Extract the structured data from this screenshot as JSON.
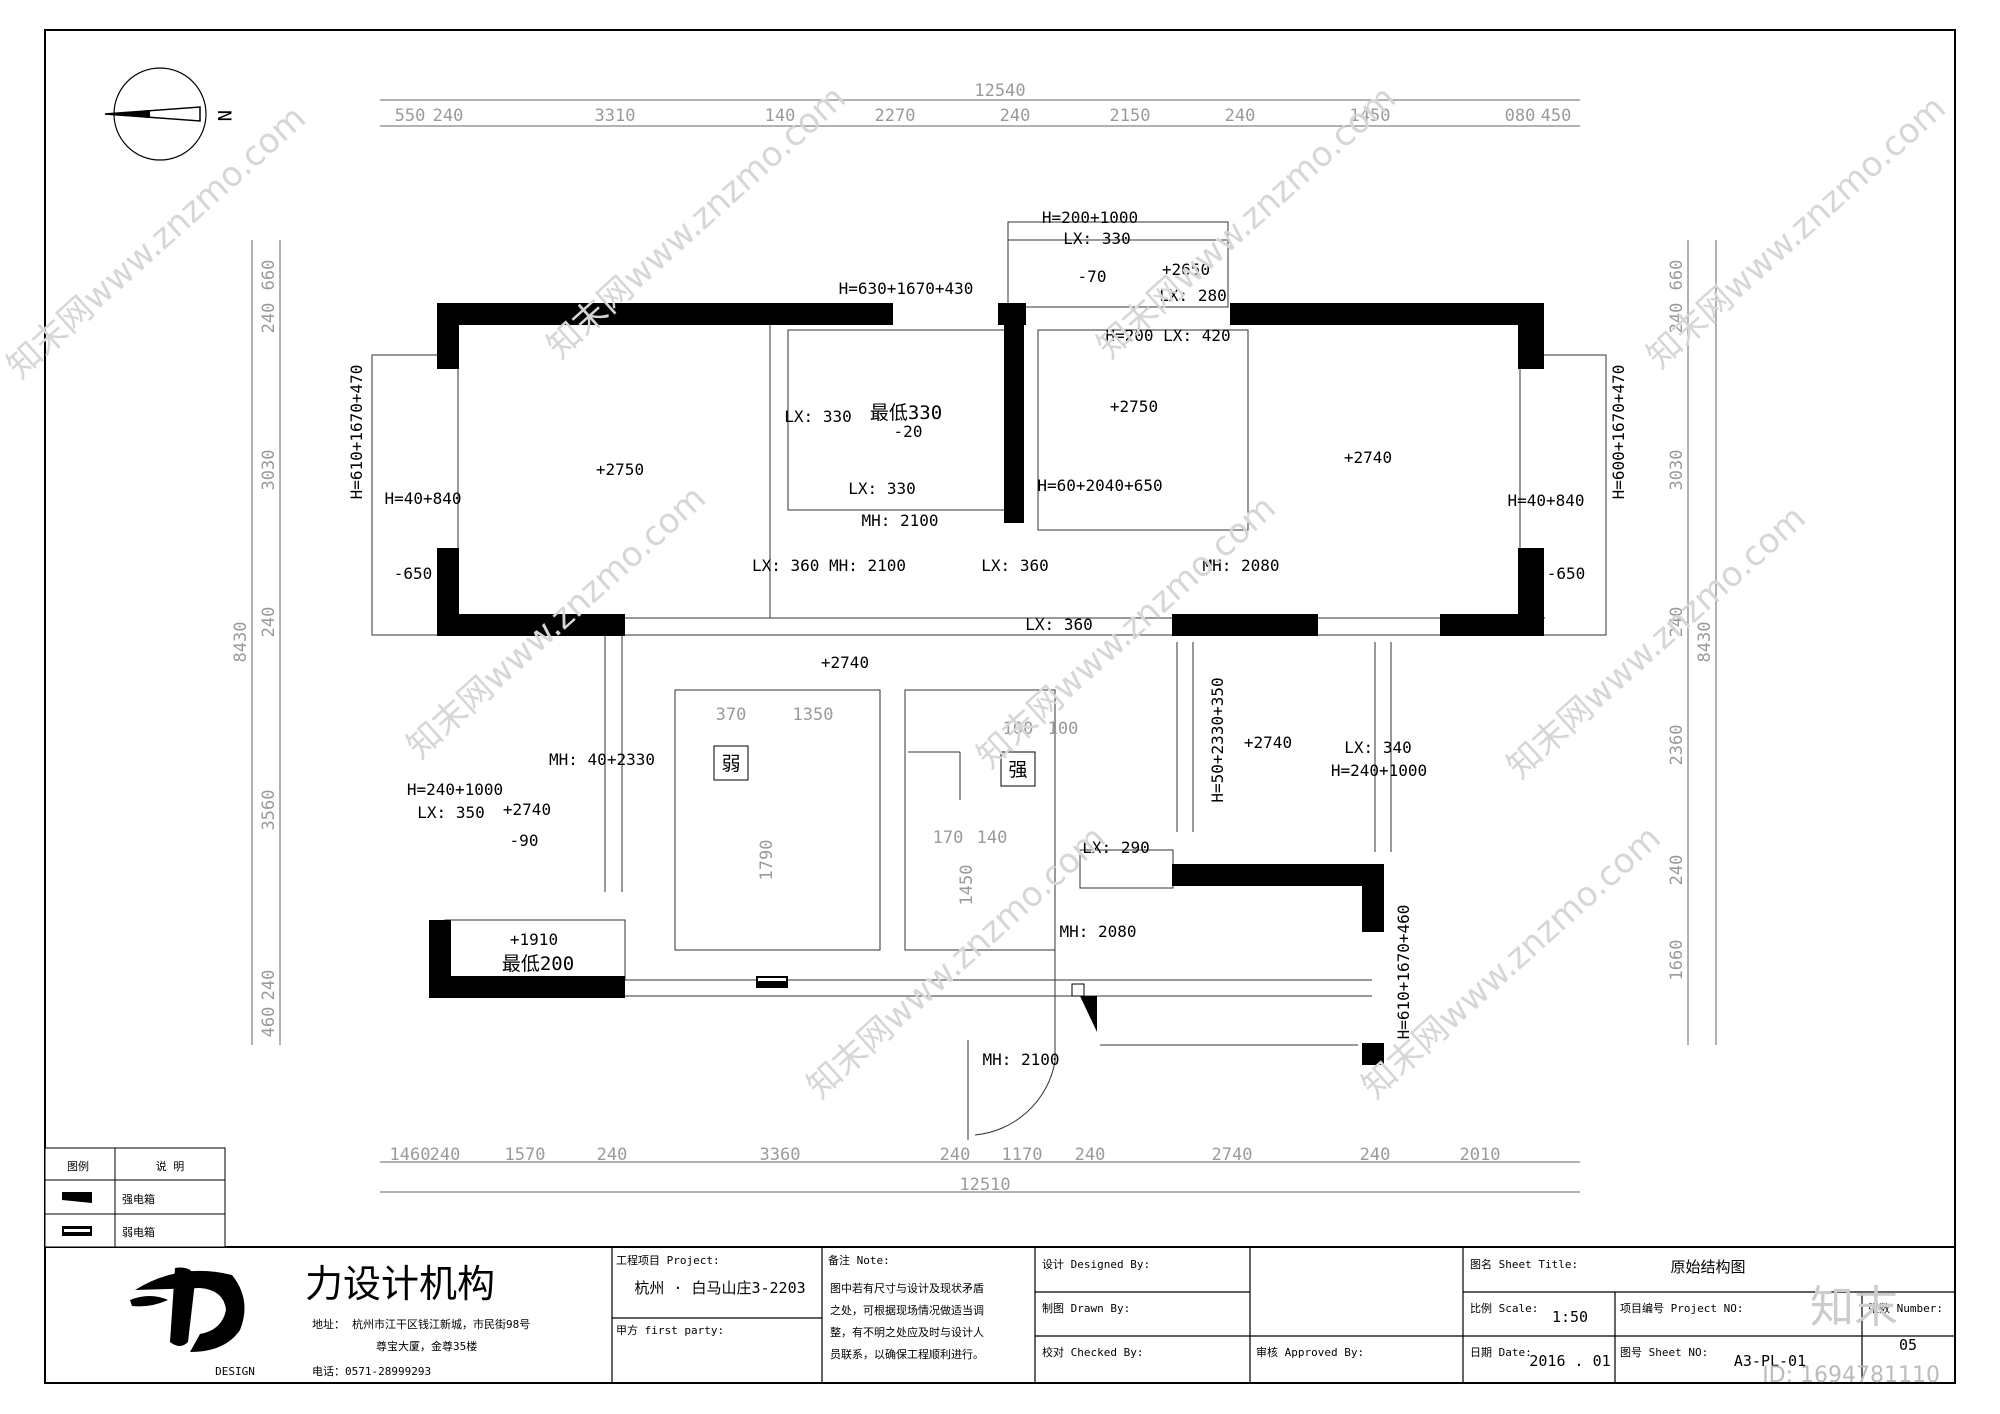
{
  "compass": {
    "label": "N"
  },
  "dims_top": {
    "total": "12540",
    "segments": [
      "550",
      "240",
      "3310",
      "140",
      "2270",
      "240",
      "2150",
      "240",
      "1450",
      "080",
      "450"
    ]
  },
  "dims_bottom": {
    "total": "12510",
    "segments": [
      "1460",
      "240",
      "1570",
      "240",
      "3360",
      "240",
      "1170",
      "240",
      "2740",
      "240",
      "2010"
    ]
  },
  "dims_left": {
    "total": "8430",
    "segments": [
      "660",
      "240",
      "3030",
      "240",
      "3560",
      "240",
      "460"
    ]
  },
  "dims_right": {
    "total": "8430",
    "segments": [
      "660",
      "240",
      "3030",
      "240",
      "2360",
      "240",
      "1660"
    ]
  },
  "plan_labels": {
    "h_top_balcony": "H=200+1000",
    "lx_top_balcony": "LX: 330",
    "minus70": "-70",
    "plus2650": "+2650",
    "lx280": "LX: 280",
    "h_top_wall": "H=630+1670+430",
    "h200_lx420": "H=200 LX: 420",
    "h_left_window": "H=610+1670+470",
    "h_right_window": "H=600+1670+470",
    "lx330_a": "LX: 330",
    "min330": "最低330",
    "minus20": "-20",
    "plus2750_a": "+2750",
    "plus2750_b": "+2750",
    "plus2740_a": "+2740",
    "lx330_b": "LX: 330",
    "h_60": "H=60+2040+650",
    "mh2100_a": "MH: 2100",
    "h40_left": "H=40+840",
    "h40_right": "H=40+840",
    "minus650_left": "-650",
    "minus650_right": "-650",
    "lx360_mh2100": "LX: 360 MH: 2100",
    "lx360_a": "LX: 360",
    "mh2080_a": "MH: 2080",
    "lx360_b": "LX: 360",
    "plus2740_b": "+2740",
    "h50": "H=50+2330+350",
    "plus2740_c": "+2740",
    "lx340": "LX: 340",
    "h240_right": "H=240+1000",
    "mh40": "MH: 40+2330",
    "h240_left": "H=240+1000",
    "lx350": "LX: 350",
    "plus2740_d": "+2740",
    "minus90": "-90",
    "weak_box": "弱",
    "strong_box": "强",
    "d370": "370",
    "d1350": "1350",
    "d100": "100",
    "d100b": "100",
    "d1790": "1790",
    "d170": "170",
    "d140": "140",
    "d1450": "1450",
    "lx290": "LX: 290",
    "mh2080_b": "MH: 2080",
    "h610_right": "H=610+1670+460",
    "plus1910": "+1910",
    "min200": "最低200",
    "mh2100_b": "MH: 2100"
  },
  "legend": {
    "col1": "图例",
    "col2": "说  明",
    "rows": [
      "强电箱",
      "弱电箱"
    ]
  },
  "title_block": {
    "company": "力设计机构",
    "logo_text": "DESIGN",
    "address_label": "地址：",
    "address_1": "杭州市江干区钱江新城，市民街98号",
    "address_2": "尊宝大厦，金尊35楼",
    "phone": "电话：0571-28999293",
    "project_label": "工程项目 Project:",
    "project_value": "杭州 · 白马山庄3-2203",
    "party_label": "甲方  first party:",
    "note_label": "备注 Note:",
    "note_lines": [
      "图中若有尺寸与设计及现状矛盾",
      "之处，可根据现场情况做适当调",
      "整，有不明之处应及时与设计人",
      "员联系，以确保工程顺利进行。"
    ],
    "designed_label": "设计 Designed By:",
    "drawn_label": "制图 Drawn By:",
    "checked_label": "校对 Checked By:",
    "approved_label": "审核 Approved By:",
    "sheet_title_label": "图名 Sheet Title:",
    "sheet_title_value": "原始结构图",
    "scale_label": "比例 Scale:",
    "scale_value": "1:50",
    "project_no_label": "项目编号 Project NO:",
    "sheets_label": "张数 Number:",
    "sheets_value": "05",
    "date_label": "日期 Date:",
    "date_value": "2016 . 01",
    "sheet_no_label": "图号 Sheet NO:",
    "sheet_no_value": "A3-PL-01"
  },
  "watermark": {
    "text": "知末网www.znzmo.com",
    "brand": "知末",
    "id": "ID: 1694781110"
  }
}
